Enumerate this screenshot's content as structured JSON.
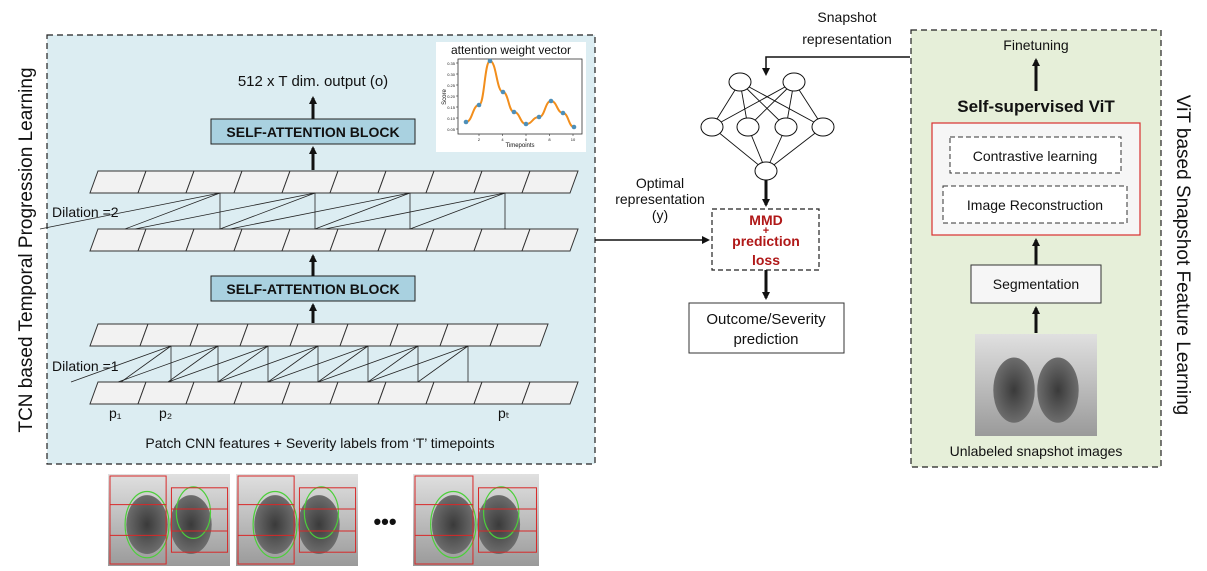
{
  "tcn_panel": {
    "side_label": "TCN based Temporal Progression Learning",
    "output_label": "512 x T dim. output (o)",
    "attention_block_top": "SELF-ATTENTION BLOCK",
    "attention_block_bottom": "SELF-ATTENTION BLOCK",
    "dilation_2": "Dilation =2",
    "dilation_1": "Dilation =1",
    "p1": "p₁",
    "p2": "p₂",
    "pT": "pₜ",
    "caption": "Patch CNN features + Severity labels from ‘T’ timepoints",
    "attention_plot": {
      "title": "attention weight vector",
      "xlabel": "Timepoints",
      "ylabel": "Score",
      "yticks": [
        "0.35",
        "0.30",
        "0.25",
        "0.20",
        "0.15",
        "0.10",
        "0.05"
      ],
      "xticks": [
        "2",
        "4",
        "6",
        "8",
        "10"
      ]
    }
  },
  "center": {
    "snapshot_label_1": "Snapshot",
    "snapshot_label_2": "representation",
    "optimal_label_1": "Optimal",
    "optimal_label_2": "representation",
    "optimal_label_3": "(y)",
    "loss_line1": "MMD",
    "loss_plus": "+",
    "loss_line2": "prediction",
    "loss_line3": "loss",
    "outcome_line1": "Outcome/Severity",
    "outcome_line2": "prediction"
  },
  "vit_panel": {
    "side_label": "ViT based Snapshot Feature Learning",
    "finetuning": "Finetuning",
    "ssl_title": "Self-supervised ViT",
    "contrastive": "Contrastive learning",
    "reconstruction": "Image Reconstruction",
    "segmentation": "Segmentation",
    "unlabeled": "Unlabeled snapshot images"
  },
  "ellipsis": "•••",
  "colors": {
    "tcn_bg": "#dcedf2",
    "vit_bg": "#e6efd9",
    "attention_block_fill": "#a9d1e0",
    "cell_fill": "#f2f2f2",
    "loss_red": "#b01818",
    "curve": "#f28e1c",
    "point": "#4e8fb8",
    "segment_green": "#4ccf3a",
    "grid_red": "#d82828"
  }
}
